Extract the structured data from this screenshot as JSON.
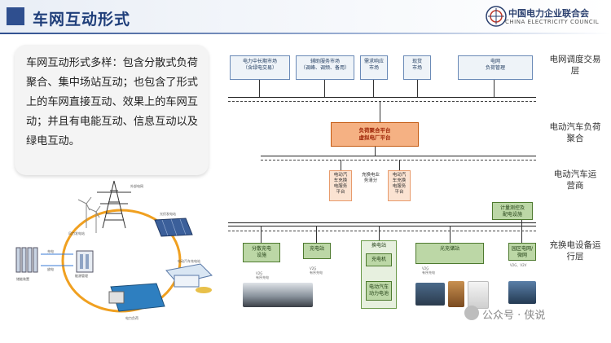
{
  "header": {
    "title": "车网互动形式",
    "org_name_cn": "中国电力企业联合会",
    "org_name_en": "CHINA ELECTRICITY COUNCIL"
  },
  "intro_text": "车网互动形式多样：包含分散式负荷聚合、集中场站互动；也包含了形式上的车网直接互动、效果上的车网互动；并且有电能互动、信息互动以及绿电互动。",
  "illustration": {
    "labels": {
      "grid": "外部电网",
      "solar": "光伏发电站",
      "wind": "风力发电站",
      "storage": "储能装置",
      "charge": "充电",
      "discharge": "放电",
      "hub": "能源管理",
      "ev_station": "电动汽车充电站",
      "load": "电力负荷"
    }
  },
  "diagram": {
    "top_boxes": [
      {
        "label": "电力中长期市场\n（含绿电交易）"
      },
      {
        "label": "辅助服务市场\n（调峰、调频、备用）"
      },
      {
        "label": "需求响应\n市场"
      },
      {
        "label": "现货\n市场"
      },
      {
        "label": "电网\n负荷管理"
      }
    ],
    "aggregator_box": "负荷聚合平台\n虚拟电厂平台",
    "operator_boxes": [
      {
        "label": "电动汽\n车充换\n电服务\n平台"
      },
      {
        "label": "充换电业\n务清分"
      },
      {
        "label": "电动汽\n车充换\n电服务\n平台"
      }
    ],
    "metering_box": "计量测控及\n配电设施",
    "bottom_boxes": [
      {
        "label": "分散充电\n设施"
      },
      {
        "label": "充电站"
      },
      {
        "label": "换电站"
      },
      {
        "label": "充电机"
      },
      {
        "label": "电动汽车\n动力电池"
      },
      {
        "label": "光充储站"
      },
      {
        "label": "园区电网/\n微网"
      }
    ],
    "small_labels": [
      "V2G\n有序充电",
      "V2G\n有序充电",
      "V2G\n有序充电",
      "V2G、V2V"
    ]
  },
  "side_labels": [
    {
      "text": "电网调度交易\n层"
    },
    {
      "text": "电动汽车负荷\n聚合"
    },
    {
      "text": "电动汽车运\n营商"
    },
    {
      "text": "充换电设备运\n行层"
    }
  ],
  "watermark": "公众号 · 侠说",
  "colors": {
    "title_blue": "#1f3e7a",
    "aggregator_orange": "#f5b183",
    "operator_pink": "#fbe3d2",
    "equipment_green": "#bcd7a6",
    "market_box_blue": "#eef3f8"
  }
}
